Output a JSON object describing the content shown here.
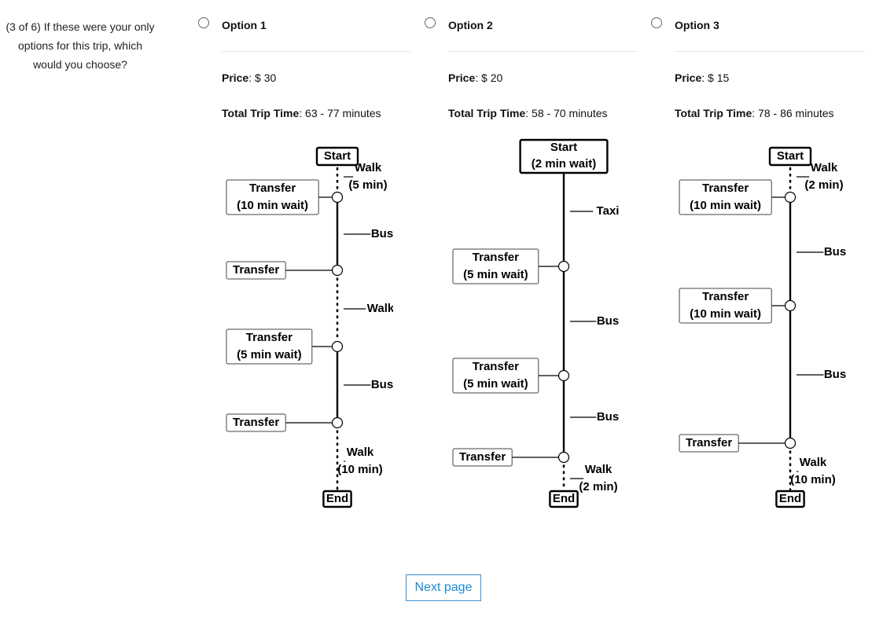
{
  "question": "(3 of 6) If these were your only options for this trip, which would you choose?",
  "options": [
    {
      "title": "Option 1",
      "price_label": "Price",
      "price_value": ": $ 30",
      "time_label": "Total Trip Time",
      "time_value": ": 63 - 77 minutes",
      "diagram": {
        "start": [
          "Start"
        ],
        "end": "End",
        "stops": [
          "Transfer|(10 min wait)",
          "Transfer",
          "Transfer|(5 min wait)",
          "Transfer"
        ],
        "legs": [
          {
            "mode": "Walk",
            "detail": "(5 min)"
          },
          {
            "mode": "Bus",
            "detail": ""
          },
          {
            "mode": "Walk",
            "detail": ""
          },
          {
            "mode": "Bus",
            "detail": ""
          },
          {
            "mode": "Walk",
            "detail": "(10 min)"
          }
        ]
      }
    },
    {
      "title": "Option 2",
      "price_label": "Price",
      "price_value": ": $ 20",
      "time_label": "Total Trip Time",
      "time_value": ": 58 - 70 minutes",
      "diagram": {
        "start": [
          "Start",
          "(2 min wait)"
        ],
        "end": "End",
        "stops": [
          "Transfer|(5 min wait)",
          "Transfer|(5 min wait)",
          "Transfer"
        ],
        "legs": [
          {
            "mode": "Taxi",
            "detail": ""
          },
          {
            "mode": "Bus",
            "detail": ""
          },
          {
            "mode": "Bus",
            "detail": ""
          },
          {
            "mode": "Walk",
            "detail": "(2 min)"
          }
        ]
      }
    },
    {
      "title": "Option 3",
      "price_label": "Price",
      "price_value": ": $ 15",
      "time_label": "Total Trip Time",
      "time_value": ": 78 - 86 minutes",
      "diagram": {
        "start": [
          "Start"
        ],
        "end": "End",
        "stops": [
          "Transfer|(10 min wait)",
          "Transfer|(10 min wait)",
          "Transfer"
        ],
        "legs": [
          {
            "mode": "Walk",
            "detail": "(2 min)"
          },
          {
            "mode": "Bus",
            "detail": ""
          },
          {
            "mode": "Bus",
            "detail": ""
          },
          {
            "mode": "Walk",
            "detail": "(10 min)"
          }
        ]
      }
    }
  ],
  "next_button": "Next page",
  "colors": {
    "accent": "#1a8ad4",
    "line": "#000000",
    "rule": "#e4e4e4"
  }
}
